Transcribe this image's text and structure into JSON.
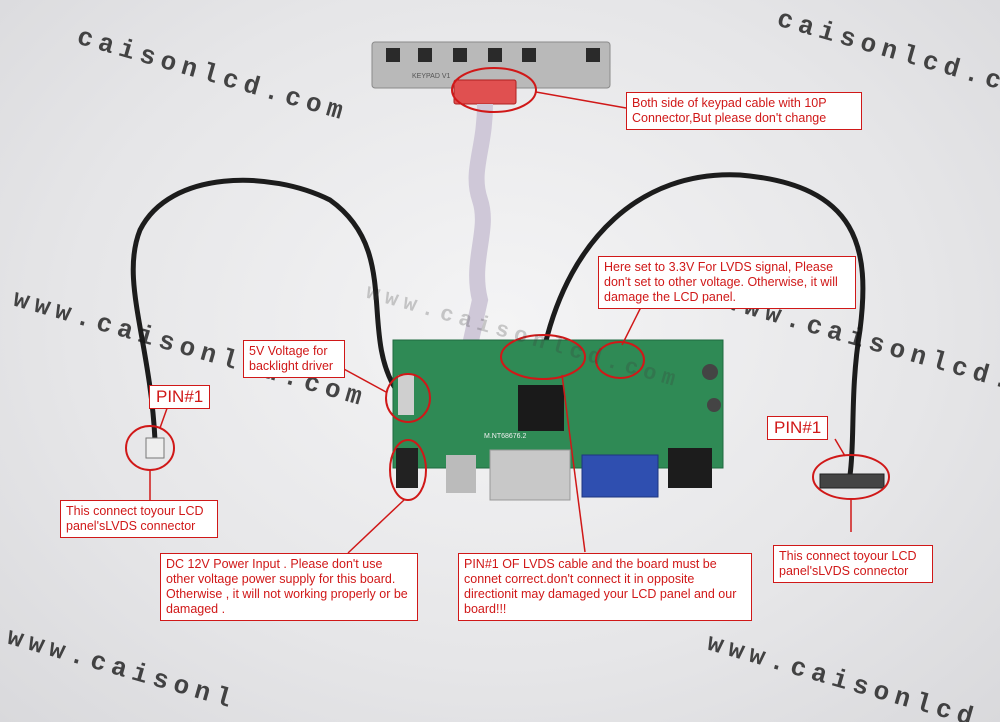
{
  "watermark": "www.caisonlcd.com",
  "watermark_fragments": {
    "top_left": "caisonlcd.com",
    "top_right": "caisonlcd.com",
    "bottom_left": "www.caisonl"
  },
  "board": {
    "model_label": "M.NT68676.2"
  },
  "keypad": {
    "label": "KEYPAD V1"
  },
  "callouts": {
    "keypad_cable": "Both side of keypad cable with 10P Connector,But please don't change",
    "lvds_voltage": "Here set to 3.3V For LVDS signal, Please don't set to other voltage. Otherwise, it will damage the LCD panel.",
    "backlight_voltage": "5V Voltage for backlight driver",
    "pin1_left": "PIN#1",
    "pin1_right": "PIN#1",
    "lvds_left": "This connect toyour LCD panel'sLVDS connector",
    "lvds_right": "This connect toyour LCD panel'sLVDS connector",
    "dc_power": "DC 12V Power Input . Please don't use other voltage power supply for this board. Otherwise , it will not working properly or be damaged .",
    "pin1_lvds_cable": "PIN#1 OF LVDS cable and the board must be connet correct.don't connect it in opposite directionit may damaged your LCD panel and our board!!!"
  },
  "colors": {
    "annotation_red": "#d01818",
    "pcb_green": "#2f8a55",
    "cable_black": "#1c1c1c",
    "vga_blue": "#2f4fb0"
  }
}
